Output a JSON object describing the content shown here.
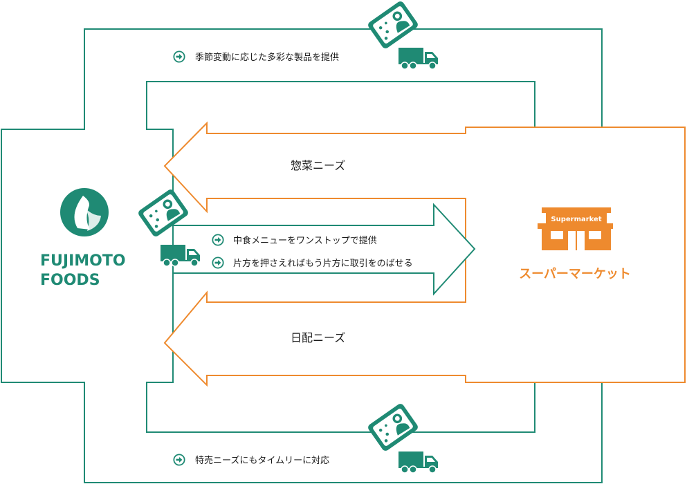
{
  "colors": {
    "green": "#1f8a74",
    "orange": "#ee8a2e",
    "text": "#1a1a1a",
    "white": "#ffffff"
  },
  "company": {
    "name_line1": "FUJIMOTO",
    "name_line2": "FOODS",
    "logo_icon": "leaf-flame-logo"
  },
  "customer": {
    "label": "スーパーマーケット",
    "sign": "Supermarket",
    "icon": "store-icon"
  },
  "flows": {
    "top": "季節変動に応じた多彩な製品を提供",
    "middle_1": "中食メニューをワンストップで提供",
    "middle_2": "片方を押さえればもう片方に取引をのばせる",
    "bottom": "特売ニーズにもタイムリーに対応"
  },
  "needs": {
    "sozai": "惣菜ニーズ",
    "nippai": "日配ニーズ"
  },
  "icons": {
    "bullet": "arrow-circle-icon",
    "product": "food-package-icon",
    "truck": "truck-icon"
  }
}
